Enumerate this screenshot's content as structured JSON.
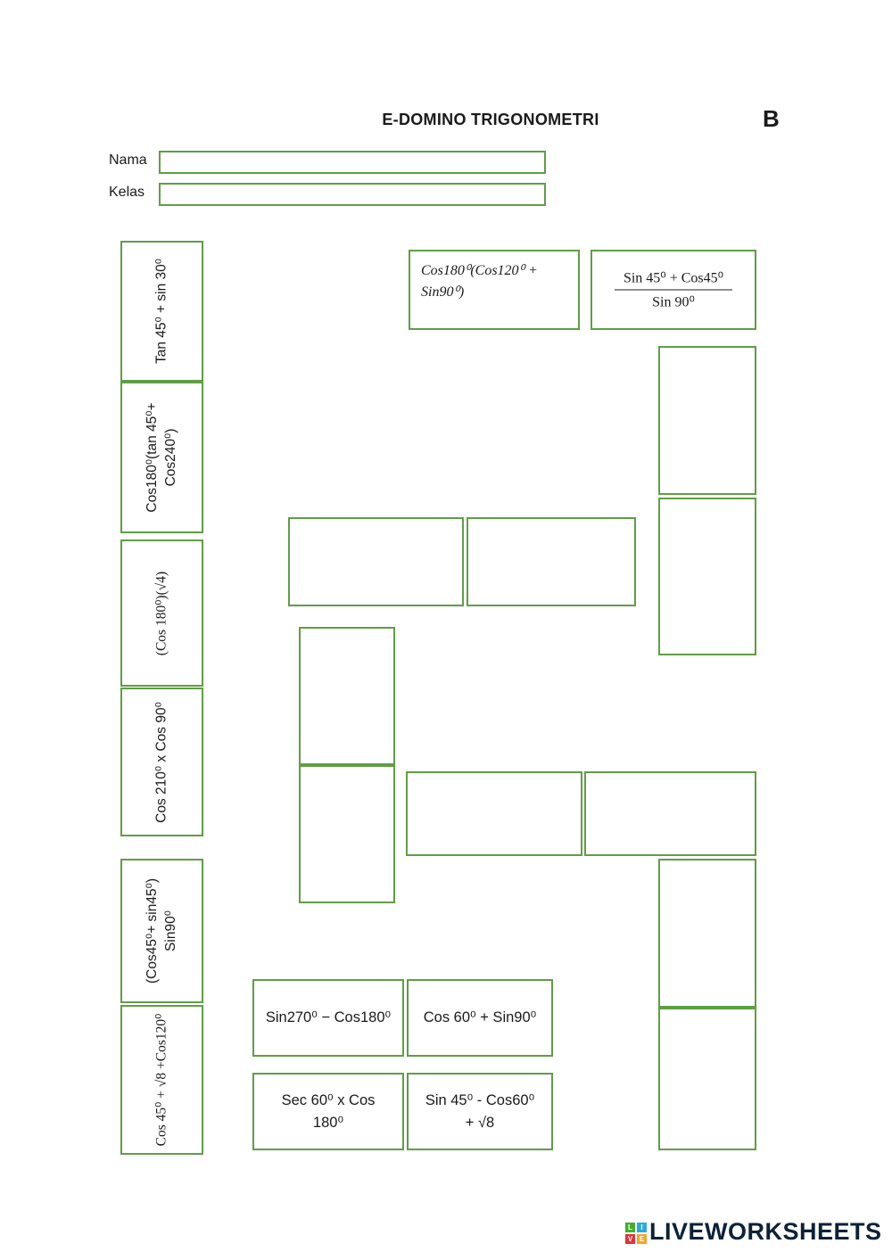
{
  "colors": {
    "border_green": "#5f9e44",
    "brand_navy": "#0b2239"
  },
  "page": {
    "title": "E-DOMINO TRIGONOMETRI",
    "corner_label": "B"
  },
  "form": {
    "nama_label": "Nama",
    "kelas_label": "Kelas",
    "nama_value": "",
    "kelas_value": ""
  },
  "left_column": [
    {
      "text": "Tan 45⁰ + sin 30⁰"
    },
    {
      "text": "Cos180⁰(tan 45⁰+ Cos240⁰)"
    },
    {
      "text": "(Cos 180⁰)(√4)"
    },
    {
      "text": "Cos 210⁰ x Cos 90⁰"
    },
    {
      "text": "(Cos45⁰+ sin45⁰) Sin90⁰"
    },
    {
      "text": "Cos 45⁰ + √8 +Cos120⁰"
    }
  ],
  "top_row": {
    "box_a": {
      "text": "Cos180⁰(Cos120⁰ + Sin90⁰)"
    },
    "box_b": {
      "numerator": "Sin 45⁰ + Cos45⁰",
      "denominator": "Sin 90⁰"
    }
  },
  "bottom_dominoes": [
    {
      "text": "Sin270⁰ − Cos180⁰"
    },
    {
      "text": "Cos 60⁰ + Sin90⁰"
    },
    {
      "text": "Sec 60⁰ x Cos 180⁰"
    },
    {
      "text": "Sin 45⁰ - Cos60⁰ + √8"
    }
  ],
  "footer": {
    "brand": "LIVEWORKSHEETS",
    "logo_letters": [
      "L",
      "I",
      "V",
      "E"
    ]
  }
}
